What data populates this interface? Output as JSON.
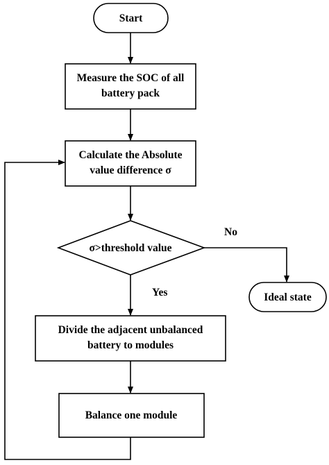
{
  "nodes": {
    "start": {
      "text": "Start"
    },
    "measure": {
      "line1": "Measure the SOC of all",
      "line2": "battery pack"
    },
    "calculate": {
      "line1": "Calculate the Absolute",
      "line2": "value difference σ"
    },
    "decision": {
      "text": "σ>threshold value"
    },
    "ideal": {
      "text": "Ideal state"
    },
    "divide": {
      "line1": "Divide the adjacent unbalanced",
      "line2": "battery to  modules"
    },
    "balance": {
      "text": "Balance one module"
    }
  },
  "edges": {
    "no_label": "No",
    "yes_label": "Yes"
  }
}
